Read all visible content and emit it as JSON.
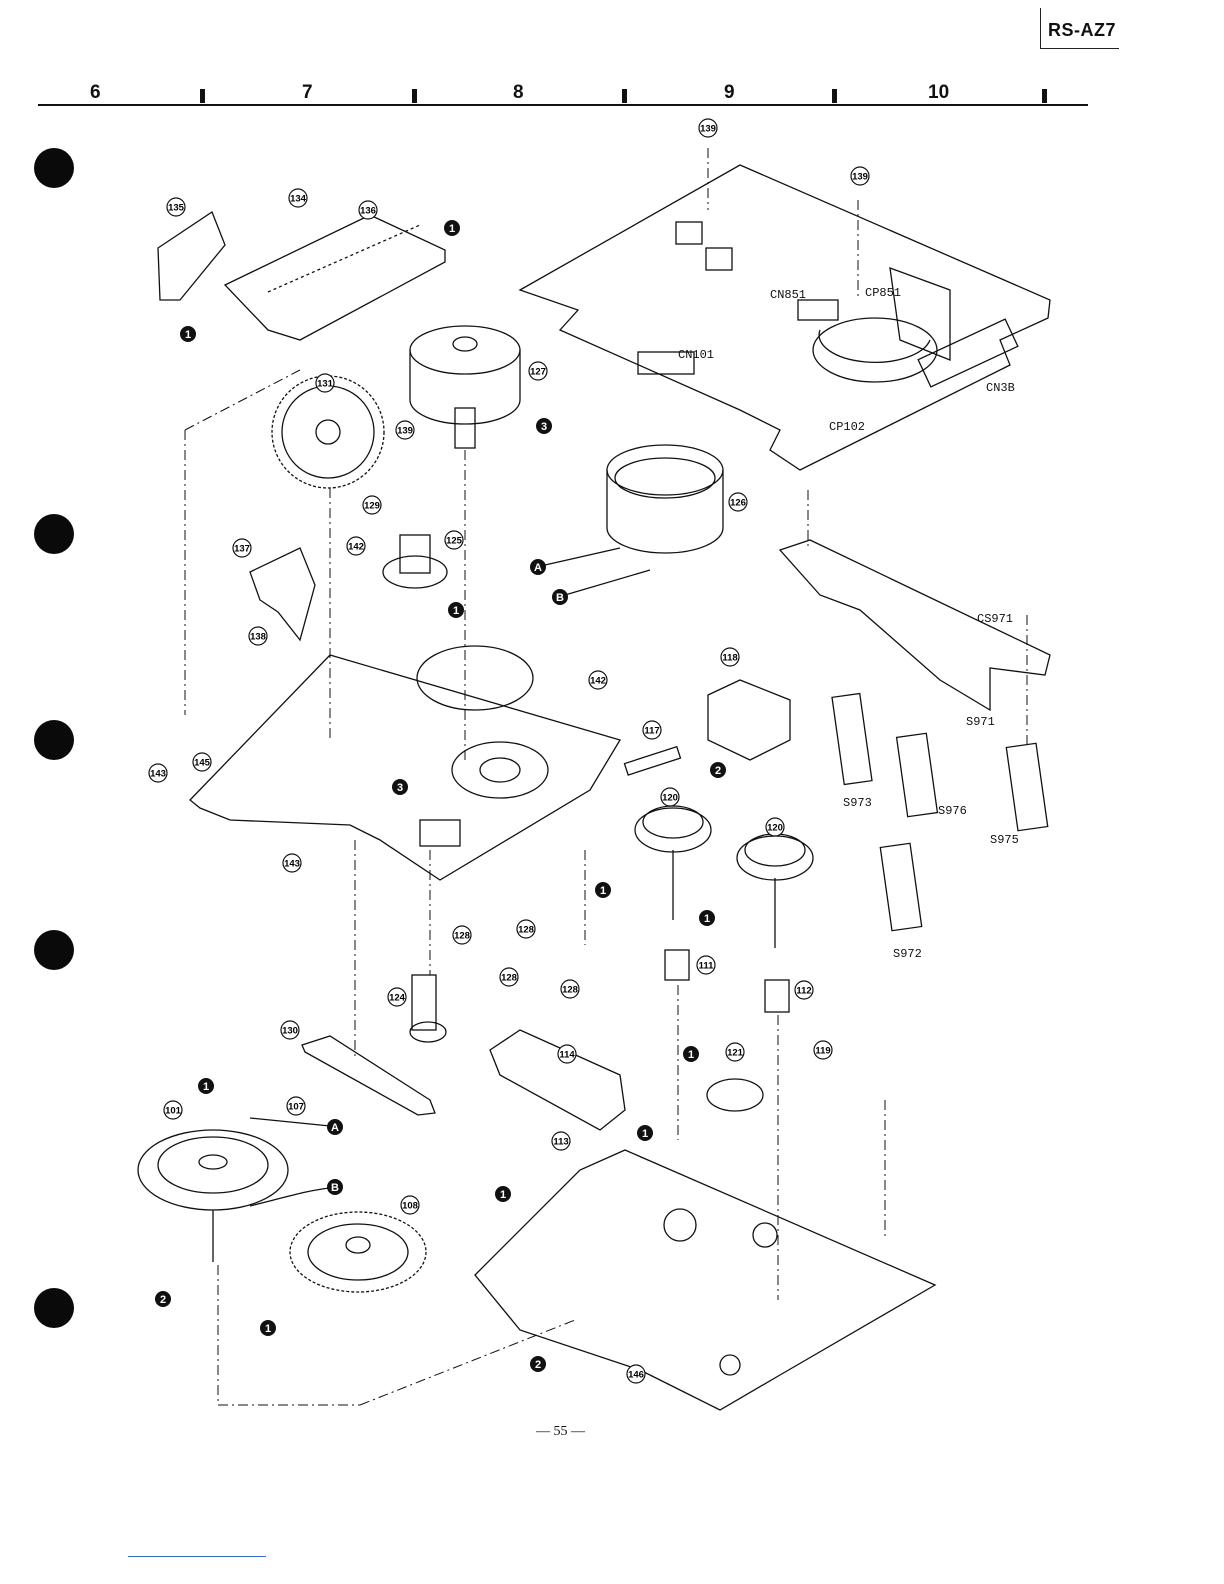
{
  "header": {
    "model": "RS-AZ7"
  },
  "columns": [
    "6",
    "7",
    "8",
    "9",
    "10"
  ],
  "page_number": "— 55 —",
  "part_numbers": [
    "139",
    "139",
    "134",
    "135",
    "136",
    "127",
    "131",
    "139",
    "129",
    "126",
    "142",
    "125",
    "137",
    "138",
    "142",
    "118",
    "117",
    "143",
    "145",
    "120",
    "120",
    "143",
    "128",
    "128",
    "128",
    "128",
    "111",
    "112",
    "124",
    "130",
    "114",
    "121",
    "119",
    "101",
    "107",
    "113",
    "108",
    "146"
  ],
  "connectors": [
    "CN851",
    "CP851",
    "CN101",
    "CN3B",
    "CP102",
    "CS971",
    "S971",
    "S973",
    "S976",
    "S975",
    "S972"
  ],
  "ref_marks": {
    "one": "1",
    "two": "2",
    "three": "3",
    "A": "A",
    "B": "B"
  }
}
